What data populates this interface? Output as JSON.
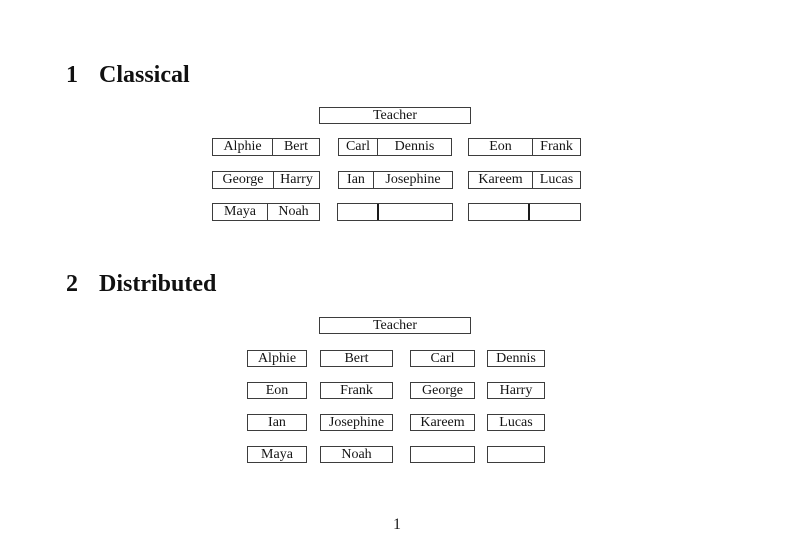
{
  "page": {
    "number": "1"
  },
  "colors": {
    "background": "#ffffff",
    "border": "#3d3d3d",
    "text": "#141414"
  },
  "sections": {
    "classical": {
      "number": "1",
      "title": "Classical",
      "teacher_label": "Teacher",
      "desks": [
        {
          "left": "Alphie",
          "right": "Bert"
        },
        {
          "left": "Carl",
          "right": "Dennis"
        },
        {
          "left": "Eon",
          "right": "Frank"
        },
        {
          "left": "George",
          "right": "Harry"
        },
        {
          "left": "Ian",
          "right": "Josephine"
        },
        {
          "left": "Kareem",
          "right": "Lucas"
        },
        {
          "left": "Maya",
          "right": "Noah"
        },
        {
          "left": "",
          "right": ""
        },
        {
          "left": "",
          "right": ""
        }
      ]
    },
    "distributed": {
      "number": "2",
      "title": "Distributed",
      "teacher_label": "Teacher",
      "seats": [
        "Alphie",
        "Bert",
        "Carl",
        "Dennis",
        "Eon",
        "Frank",
        "George",
        "Harry",
        "Ian",
        "Josephine",
        "Kareem",
        "Lucas",
        "Maya",
        "Noah",
        "",
        ""
      ]
    }
  }
}
